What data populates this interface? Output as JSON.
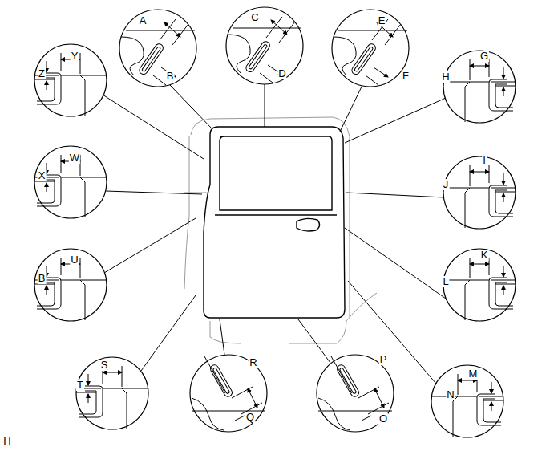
{
  "diagram": {
    "labels": [
      "Y",
      "Z",
      "A",
      "B",
      "C",
      "D",
      "E",
      "F",
      "G",
      "H",
      "W",
      "X",
      "I",
      "J",
      "U",
      "B",
      "K",
      "L",
      "S",
      "T",
      "R",
      "Q",
      "P",
      "O",
      "M",
      "N",
      "H"
    ]
  }
}
